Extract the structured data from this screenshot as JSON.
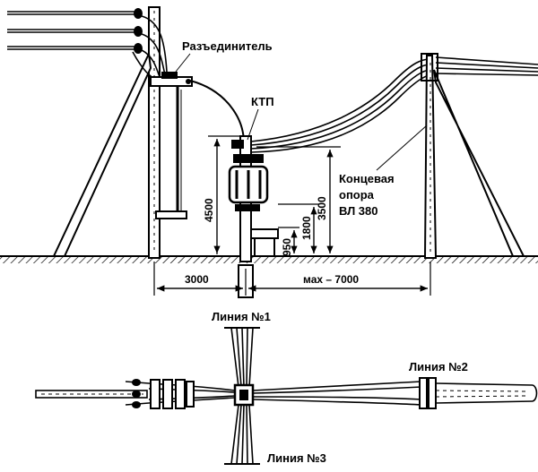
{
  "labels": {
    "disconnector": "Разъединитель",
    "ktp": "КТП",
    "end_pole_line1": "Концевая",
    "end_pole_line2": "опора",
    "end_pole_line3": "ВЛ 380",
    "line1": "Линия №1",
    "line2": "Линия №2",
    "line3": "Линия №3"
  },
  "dimensions": {
    "h_ktp": "4500",
    "h_right": "3500",
    "h_cabinet": "1800",
    "h_step": "950",
    "left_span": "3000",
    "right_span": "мах – 7000"
  }
}
